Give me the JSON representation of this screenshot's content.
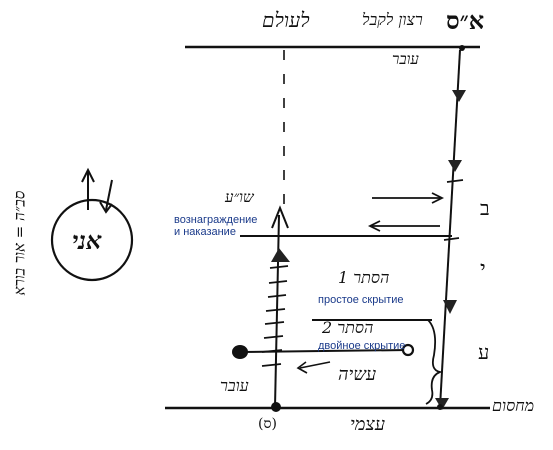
{
  "labels": {
    "top_left_heb": "לעולם",
    "top_right_heb_1": "רצון לקבל",
    "top_right_heb_2": "עובר",
    "top_right_ein_sof": "א״ס",
    "puah_heb": "שו״ע",
    "reward_ru_1": "вознаграждение",
    "reward_ru_2": "и наказание",
    "hester1_heb": "הסתר 1",
    "hester1_ru": "простое скрытие",
    "hester2_heb": "הסתר 2",
    "hester2_ru": "двойное скрытие",
    "asiyah_heb": "עשיה",
    "over_heb": "עובר",
    "bottom_left_mark": "(ס)",
    "bottom_right_heb": "עצמי",
    "right_edge_heb": "מחסום",
    "right_letter_b": "ב",
    "right_letter_y": "י",
    "right_letter_a": "ע",
    "ani_circle": "אני",
    "side_note_heb": "סב״ה = אור בורא"
  }
}
